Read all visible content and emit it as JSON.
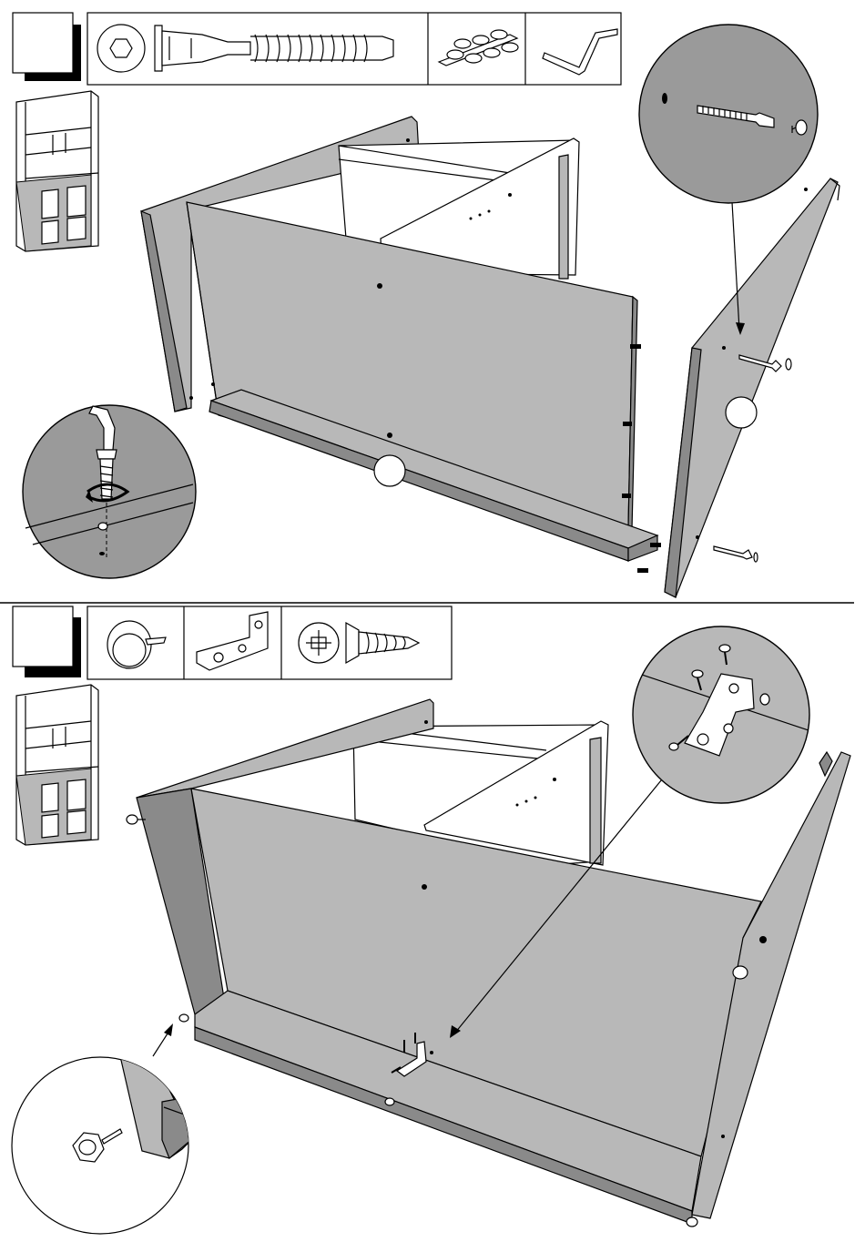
{
  "document": {
    "type": "assembly-instructions",
    "colors": {
      "panel": "#b8b8b8",
      "panel_dark": "#8a8a8a",
      "detail_bg": "#9a9a9a",
      "line": "#000000",
      "paper": "#ffffff"
    }
  },
  "steps": [
    {
      "number": "",
      "parts": [
        {
          "icon": "cam-bolt-icon"
        },
        {
          "icon": "wooden-dowel-bag-icon"
        },
        {
          "icon": "allen-key-icon"
        }
      ],
      "details": [
        "cam-bolt-insertion-detail",
        "allen-key-tightening-detail"
      ],
      "callouts": [
        "",
        ""
      ]
    },
    {
      "number": "",
      "parts": [
        {
          "icon": "furniture-glide-icon"
        },
        {
          "icon": "angle-bracket-icon"
        },
        {
          "icon": "phillips-screw-icon"
        }
      ],
      "details": [
        "angle-bracket-screw-detail",
        "glide-nail-detail"
      ]
    }
  ]
}
